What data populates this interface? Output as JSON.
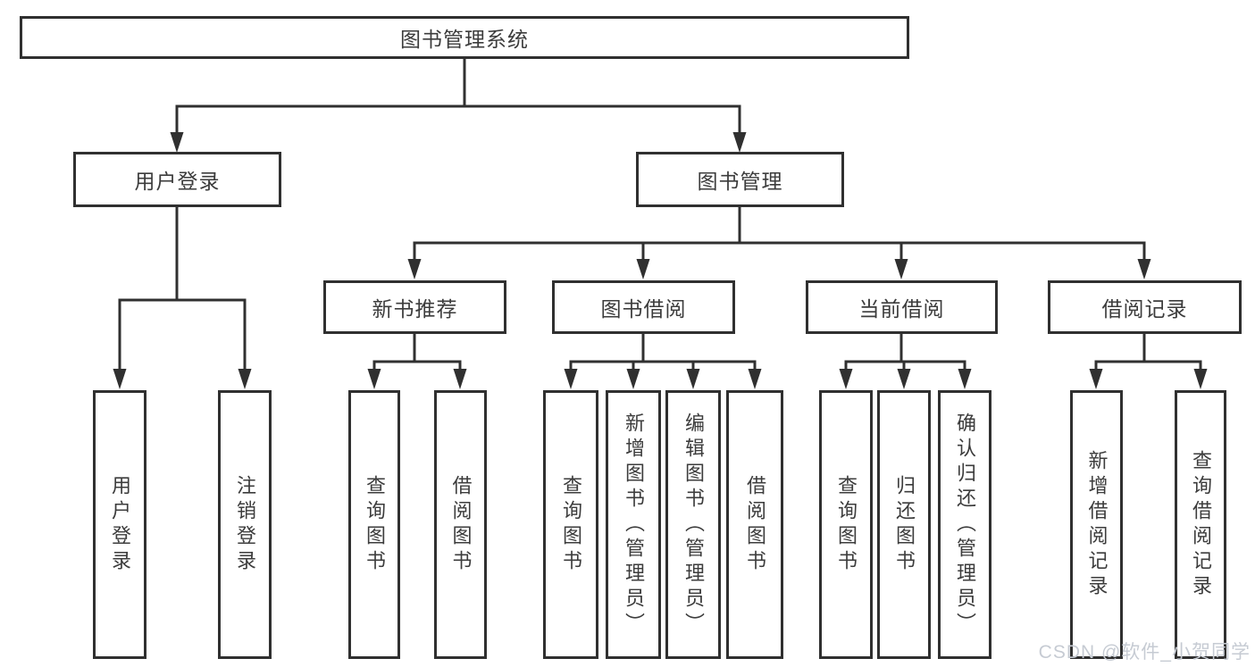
{
  "tree": {
    "label": "图书管理系统",
    "children": [
      {
        "label": "用户登录",
        "children": [
          {
            "label": "用户登录"
          },
          {
            "label": "注销登录"
          }
        ]
      },
      {
        "label": "图书管理",
        "children": [
          {
            "label": "新书推荐",
            "children": [
              {
                "label": "查询图书"
              },
              {
                "label": "借阅图书"
              }
            ]
          },
          {
            "label": "图书借阅",
            "children": [
              {
                "label": "查询图书"
              },
              {
                "label": "新增图书（管理员）"
              },
              {
                "label": "编辑图书（管理员）"
              },
              {
                "label": "借阅图书"
              }
            ]
          },
          {
            "label": "当前借阅",
            "children": [
              {
                "label": "查询图书"
              },
              {
                "label": "归还图书"
              },
              {
                "label": "确认归还（管理员）"
              }
            ]
          },
          {
            "label": "借阅记录",
            "children": [
              {
                "label": "新增借阅记录"
              },
              {
                "label": "查询借阅记录"
              }
            ]
          }
        ]
      }
    ]
  },
  "watermark": {
    "text": "CSDN @软件_小贺同学"
  },
  "colors": {
    "line": "#303030",
    "box_border": "#303030",
    "box_fill": "#ffffff",
    "text": "#3c3c3c",
    "watermark": "#c6cbd3",
    "background": "#ffffff"
  }
}
